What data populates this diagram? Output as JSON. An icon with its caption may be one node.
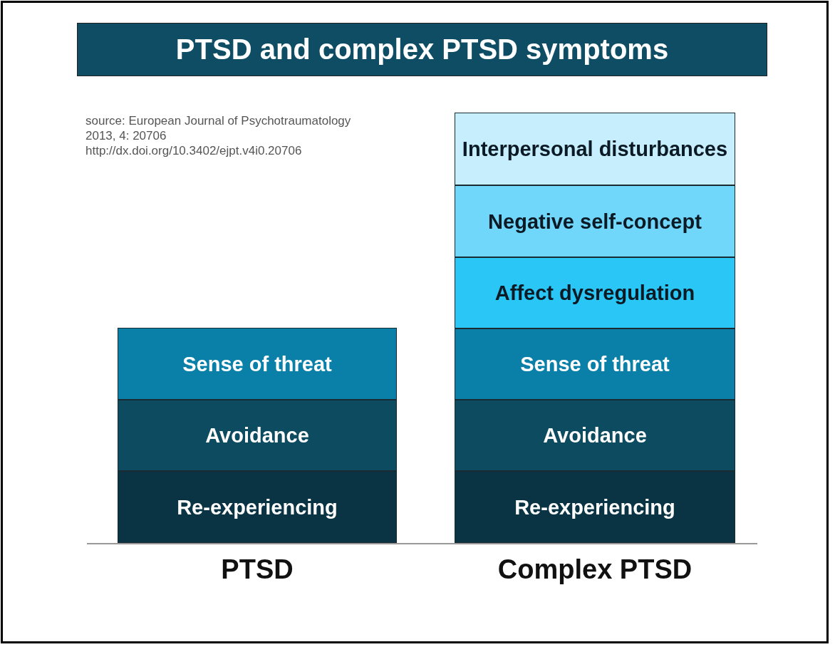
{
  "diagram": {
    "title": "PTSD and complex PTSD symptoms",
    "nodes": [
      {
        "text": [
          "Sense of threat"
        ]
      },
      {
        "text": [
          "Avoidance"
        ]
      },
      {
        "text": [
          "Re-experiencing"
        ]
      },
      {
        "text": [
          "Interpersonal disturbances"
        ]
      },
      {
        "text": [
          "Negative self-concept"
        ]
      },
      {
        "text": [
          "Affect dysregulation"
        ]
      },
      {
        "text": [
          "Sense of threat"
        ]
      },
      {
        "text": [
          "Avoidance"
        ]
      },
      {
        "text": [
          "Re-experiencing"
        ]
      }
    ],
    "labels": [
      "source: European Journal of Psychotraumatology",
      "2013, 4: 20706",
      "http://dx.doi.org/10.3402/ejpt.v4i0.20706",
      "PTSD",
      "Complex PTSD"
    ]
  }
}
